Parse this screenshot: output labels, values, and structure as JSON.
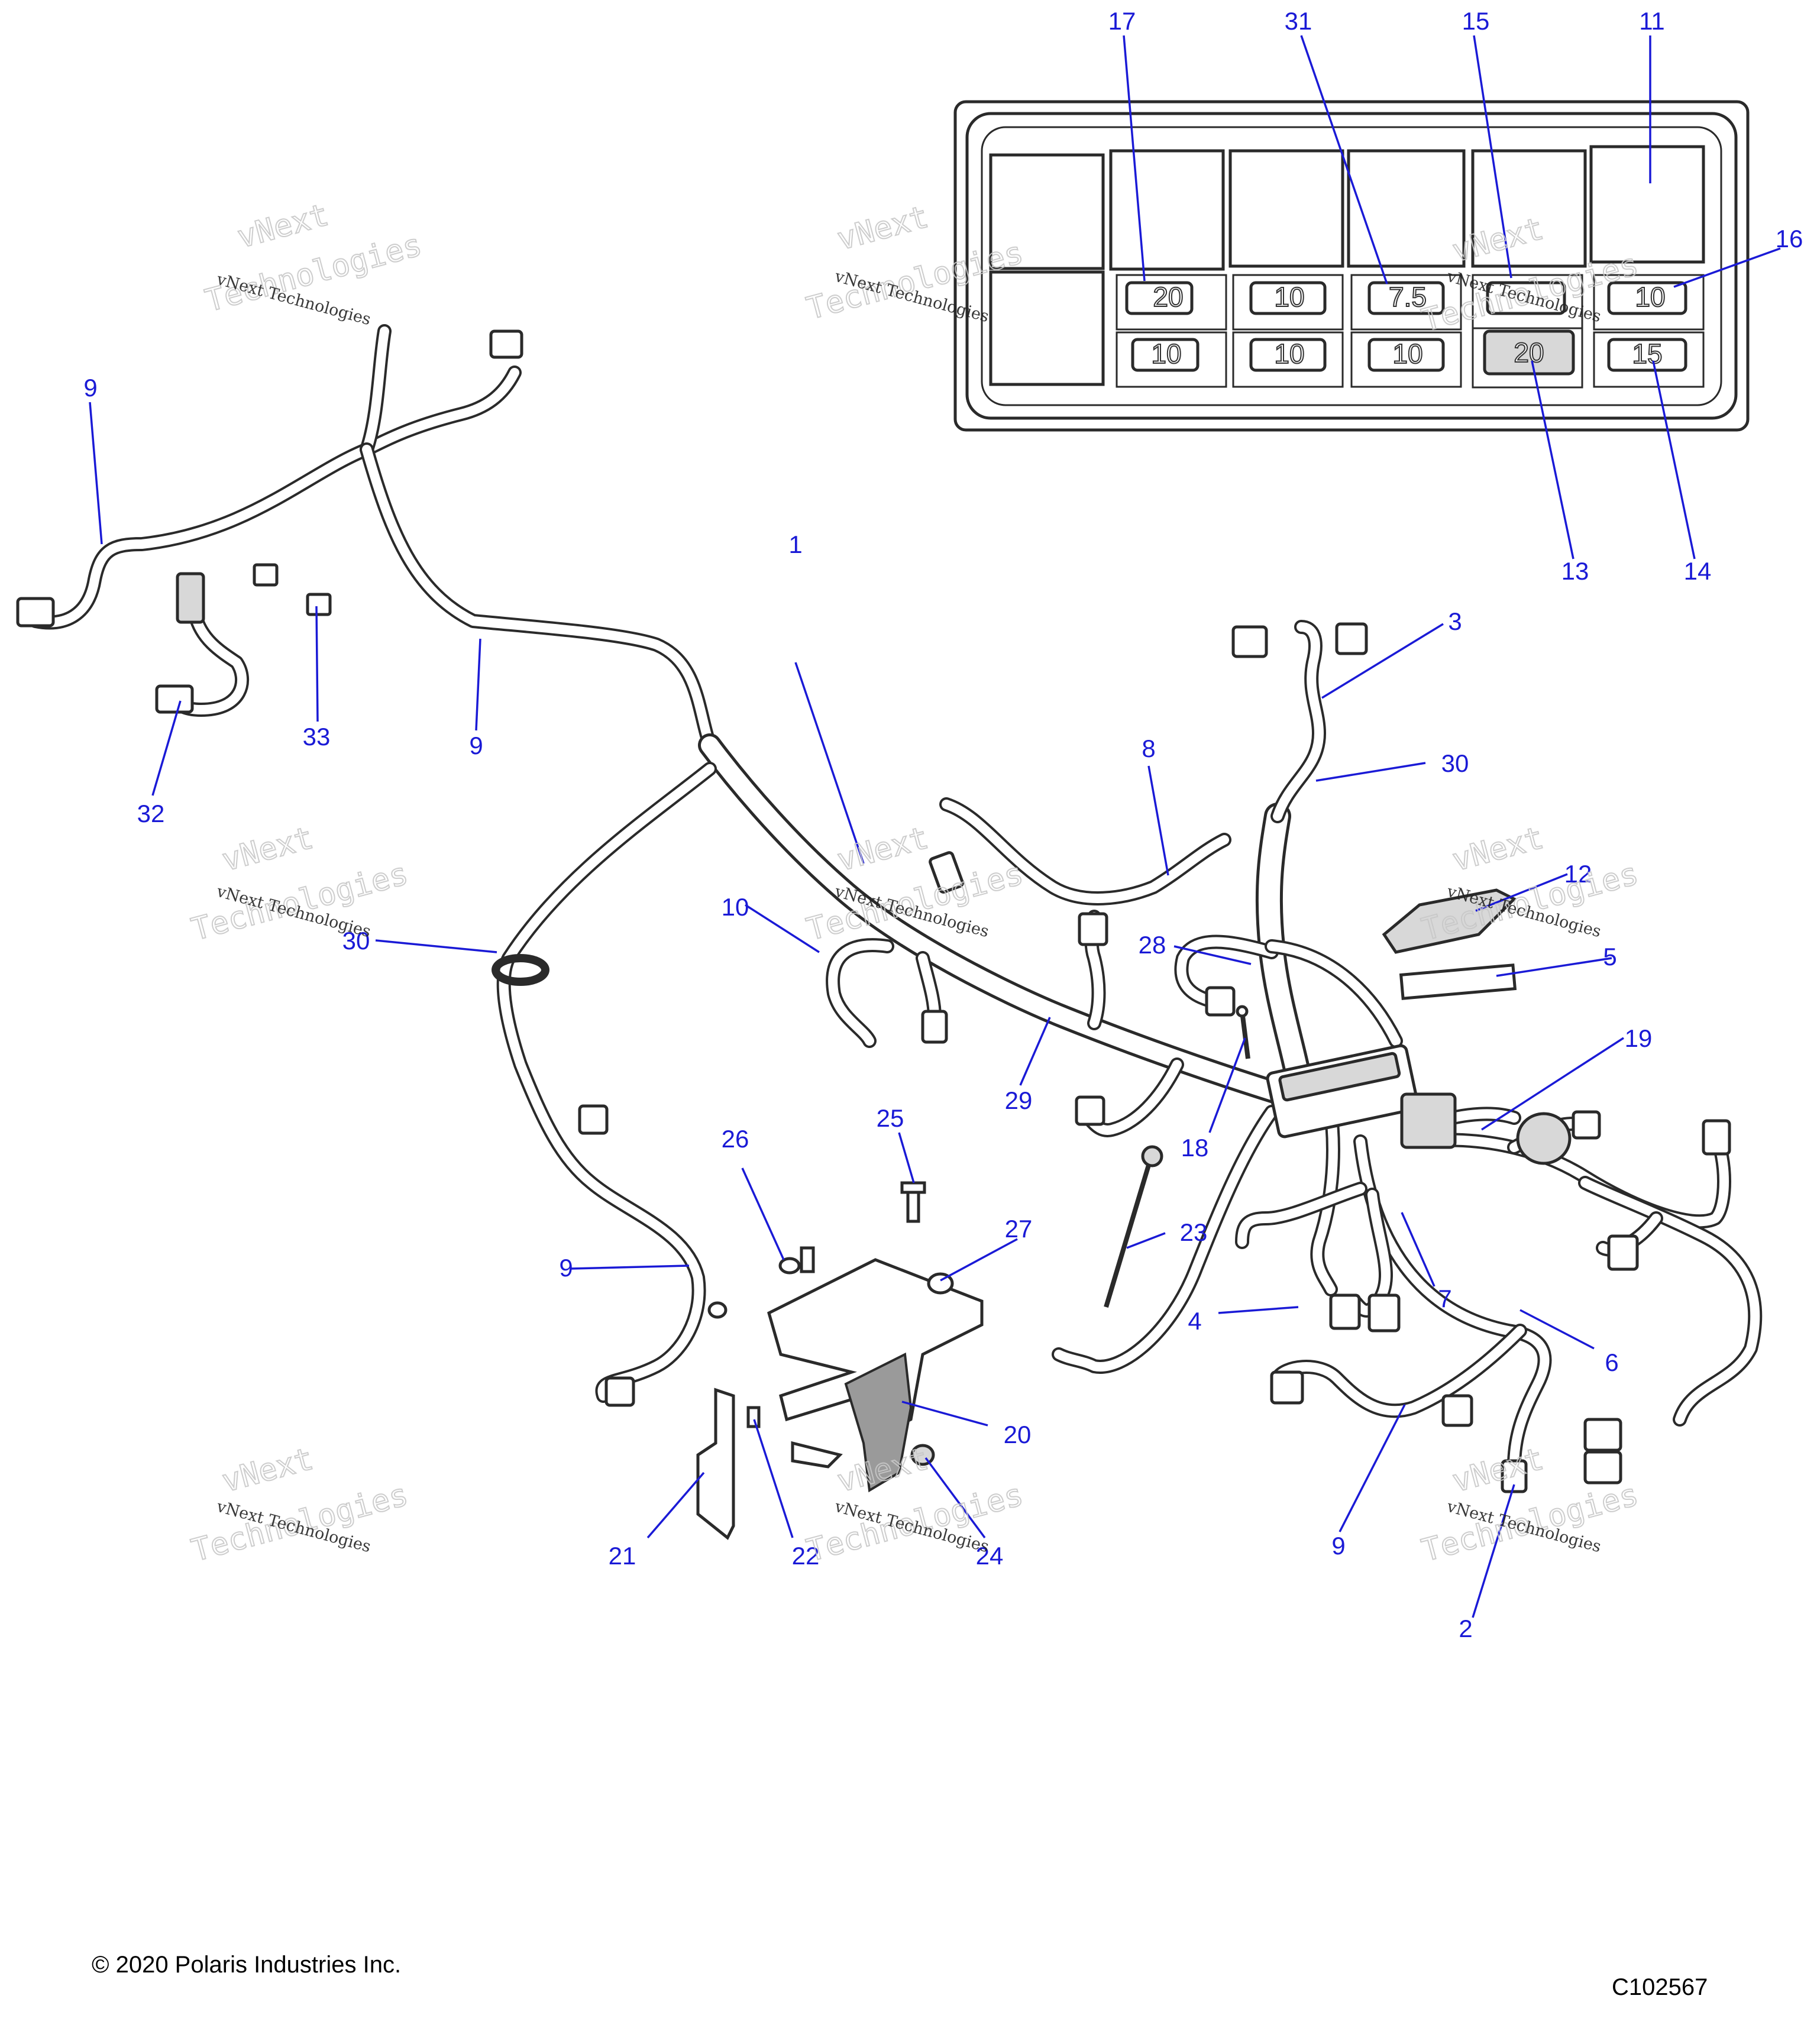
{
  "copyright": "© 2020 Polaris Industries Inc.",
  "diagram_id": "C102567",
  "watermark": {
    "line1": "vNext Technologies",
    "line2": "Technologies",
    "line3": "vNext"
  },
  "fuse_values": [
    "20",
    "10",
    "7.5",
    "10",
    "10",
    "10",
    "10",
    "20",
    "15"
  ],
  "callouts": [
    "1",
    "2",
    "3",
    "4",
    "5",
    "6",
    "7",
    "8",
    "9",
    "10",
    "11",
    "12",
    "13",
    "14",
    "15",
    "16",
    "17",
    "18",
    "19",
    "20",
    "21",
    "22",
    "23",
    "24",
    "25",
    "26",
    "27",
    "28",
    "29",
    "30",
    "31",
    "32",
    "33"
  ]
}
